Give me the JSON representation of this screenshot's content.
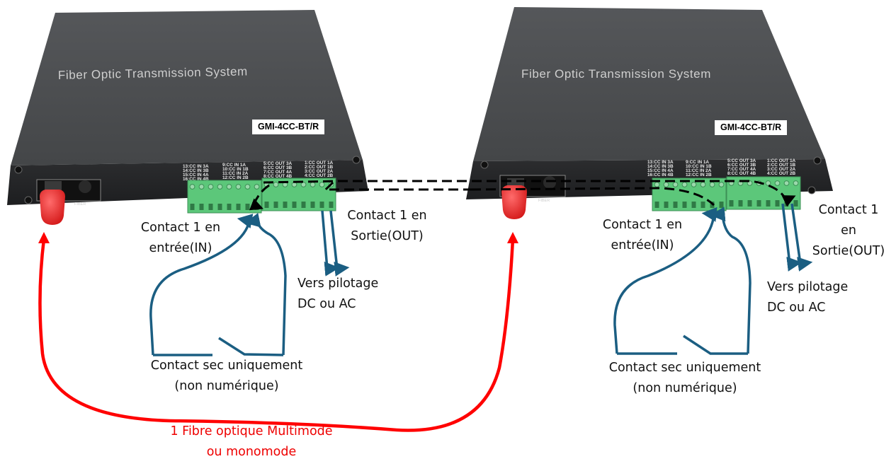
{
  "devices": [
    {
      "id": "left",
      "title": "Fiber Optic Transmission System",
      "model": "GMI-4CC-BT/R",
      "fiber_port_label": "FIBER",
      "port_labels": {
        "in_group_2": [
          "13:CC IN 3A",
          "14:CC IN 3B",
          "15:CC IN 4A",
          "16:CC IN 4B"
        ],
        "in_group_1": [
          "9:CC IN 1A",
          "10:CC IN 1B",
          "11:CC IN 2A",
          "12:CC IN 2B"
        ],
        "out_group_2": [
          "5:CC OUT 3A",
          "6:CC OUT 3B",
          "7:CC OUT 4A",
          "8:CC OUT 4B"
        ],
        "out_group_1": [
          "1:CC OUT 1A",
          "2:CC OUT 1B",
          "3:CC OUT 2A",
          "4:CC OUT 2B"
        ]
      }
    },
    {
      "id": "right",
      "title": "Fiber Optic Transmission System",
      "model": "GMI-4CC-BT/R",
      "fiber_port_label": "FIBER",
      "port_labels": {
        "in_group_2": [
          "13:CC IN 3A",
          "14:CC IN 3B",
          "15:CC IN 4A",
          "16:CC IN 4B"
        ],
        "in_group_1": [
          "9:CC IN 1A",
          "10:CC IN 1B",
          "11:CC IN 2A",
          "12:CC IN 2B"
        ],
        "out_group_2": [
          "5:CC OUT 3A",
          "6:CC OUT 3B",
          "7:CC OUT 4A",
          "8:CC OUT 4B"
        ],
        "out_group_1": [
          "1:CC OUT 1A",
          "2:CC OUT 1B",
          "3:CC OUT 2A",
          "4:CC OUT 2B"
        ]
      }
    }
  ],
  "annotations": {
    "left": {
      "input_contact": [
        "Contact 1 en",
        "entrée(IN)"
      ],
      "output_contact": [
        "Contact 1 en",
        "Sortie(OUT)"
      ],
      "drive": [
        "Vers pilotage",
        "DC ou AC"
      ],
      "dry_contact": [
        "Contact sec uniquement",
        "(non numérique)"
      ]
    },
    "right": {
      "input_contact": [
        "Contact 1 en",
        "entrée(IN)"
      ],
      "output_contact": [
        "Contact 1",
        "en",
        "Sortie(OUT)"
      ],
      "drive": [
        "Vers pilotage",
        "DC ou AC"
      ],
      "dry_contact": [
        "Contact sec uniquement",
        "(non numérique)"
      ]
    },
    "fiber_link": [
      "1 Fibre optique Multimode",
      "ou monomode"
    ]
  },
  "colors": {
    "fiber": "#ff0000",
    "wire": "#1b5e82",
    "terminal": "#5cc77a",
    "chassis": "#4b4d4e",
    "signal_path": "#000000"
  }
}
